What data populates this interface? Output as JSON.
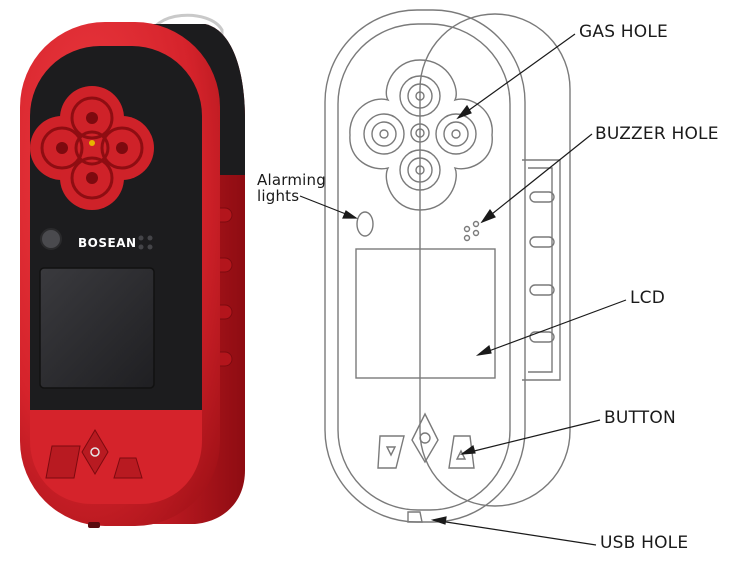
{
  "device": {
    "brand": "BOSEAN",
    "colors": {
      "body": "#d5232b",
      "body_dark": "#a8121a",
      "face": "#1c1c1e",
      "screen": "#2b2b2e",
      "line_art": "#7a7a7a"
    }
  },
  "callouts": {
    "gas_hole": "GAS HOLE",
    "buzzer_hole": "BUZZER HOLE",
    "alarming_lights": "Alarming lights",
    "lcd": "LCD",
    "button": "BUTTON",
    "usb_hole": "USB HOLE"
  }
}
